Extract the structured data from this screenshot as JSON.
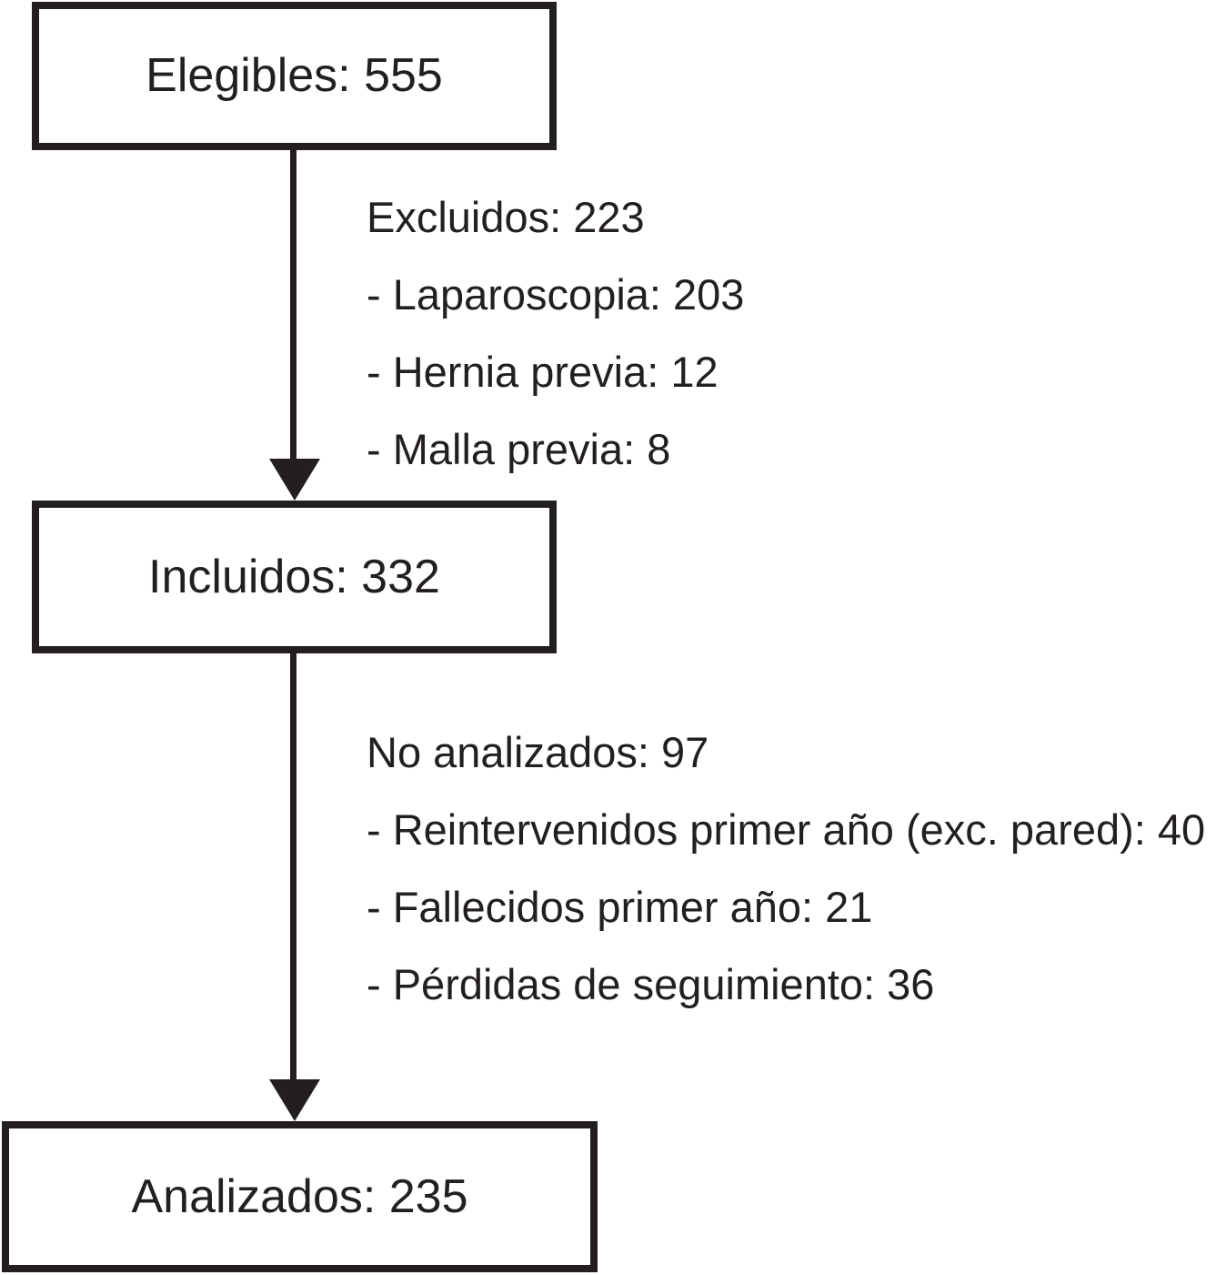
{
  "figure": {
    "type": "flowchart",
    "language": "es",
    "colors": {
      "ink": "#231f20",
      "background": "#ffffff"
    },
    "boxes": [
      {
        "id": "eligible",
        "label": "Elegibles: 555"
      },
      {
        "id": "included",
        "label": "Incluidos: 332"
      },
      {
        "id": "analyzed",
        "label": "Analizados: 235"
      }
    ],
    "annotation_blocks": [
      {
        "heading": "Excluidos: 223",
        "items": [
          "- Laparoscopia: 203",
          "- Hernia previa: 12",
          "- Malla previa: 8"
        ]
      },
      {
        "heading": "No analizados: 97",
        "items": [
          "- Reintervenidos primer año (exc. pared): 40",
          "- Fallecidos primer año: 21",
          "- Pérdidas de seguimiento: 36"
        ]
      }
    ],
    "connectors": [
      {
        "from": "eligible",
        "to": "included",
        "direction": "down"
      },
      {
        "from": "included",
        "to": "analyzed",
        "direction": "down"
      }
    ]
  }
}
